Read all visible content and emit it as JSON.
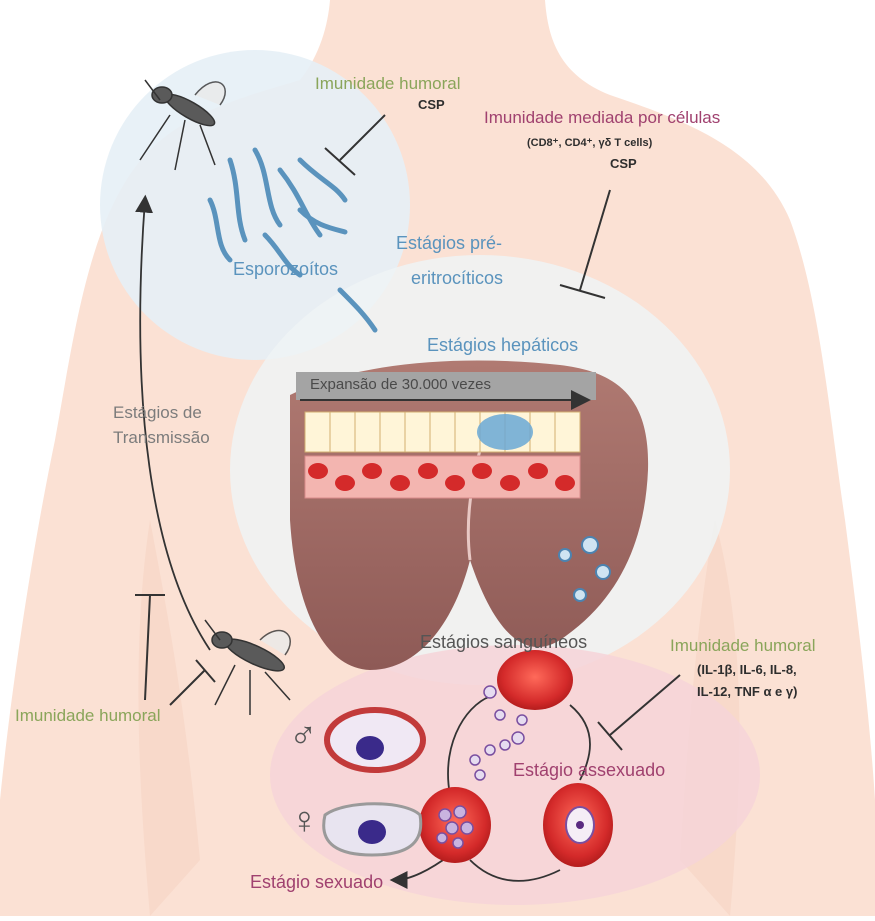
{
  "labels": {
    "humoral_top": "Imunidade humoral",
    "csp_top": "CSP",
    "cell_mediated": "Imunidade mediada por células",
    "cell_types": "(CD8⁺, CD4⁺, γδ T cells)",
    "csp_mid": "CSP",
    "sporozoites": "Esporozoítos",
    "pre_erythrocytic_1": "Estágios pré-",
    "pre_erythrocytic_2": "eritrocíticos",
    "hepatic": "Estágios hepáticos",
    "expansion": "Expansão de 30.000 vezes",
    "transmission_1": "Estágios de",
    "transmission_2": "Transmissão",
    "blood_stages": "Estágios sanguíneos",
    "humoral_right": "Imunidade humoral",
    "cytokines_1": "(IL-1β, IL-6, IL-8,",
    "cytokines_2": "IL-12, TNF α e γ)",
    "humoral_left": "Imunidade humoral",
    "asexual": "Estágio assexuado",
    "sexual": "Estágio sexuado",
    "male_symbol": "♂",
    "female_symbol": "♀"
  },
  "colors": {
    "humoral": "#8aa55a",
    "cell_mediated": "#a0416f",
    "stage_blue": "#5a93bd",
    "transmission_gray": "#7c7c7c",
    "blood_red": "#d42a2a",
    "liver": "#9e6a64",
    "skin": "#fbe1d4"
  }
}
